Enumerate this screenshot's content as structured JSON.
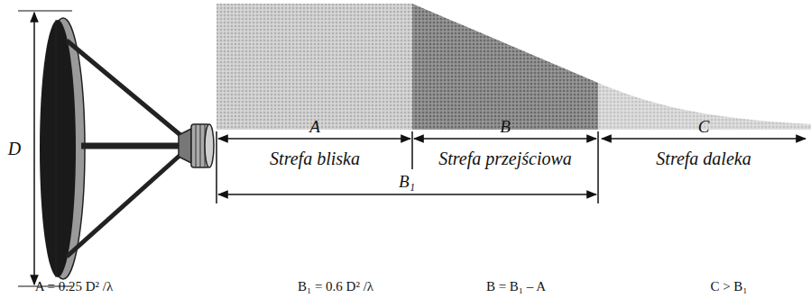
{
  "diagram": {
    "labels": [
      "D",
      "A",
      "Strefa bliska",
      "B",
      "Strefa przejściowa",
      "C",
      "Strefa daleka",
      "B₁",
      "A = 0.25 D² /λ",
      "B₁ = 0.6 D² /λ",
      "B = B₁ – A",
      "C > B₁"
    ]
  }
}
